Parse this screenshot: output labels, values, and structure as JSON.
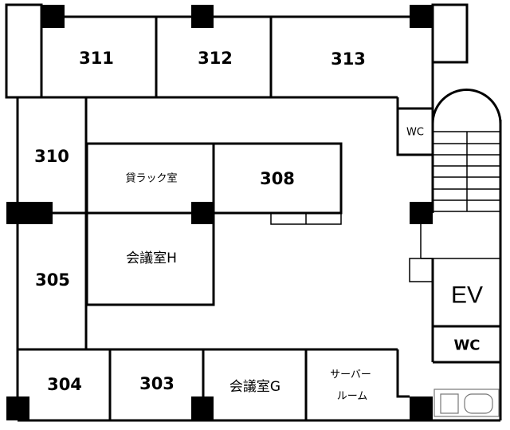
{
  "floor_plan": {
    "rooms": {
      "r311": "311",
      "r312": "312",
      "r313": "313",
      "r310": "310",
      "r308": "308",
      "r305": "305",
      "r304": "304",
      "r303": "303",
      "rack_room": "貸ラック室",
      "meeting_h": "会議室H",
      "meeting_g": "会議室G",
      "server_room_line1": "サーバー",
      "server_room_line2": "ルーム",
      "wc_upper": "WC",
      "wc_lower": "WC",
      "ev": "EV"
    }
  }
}
